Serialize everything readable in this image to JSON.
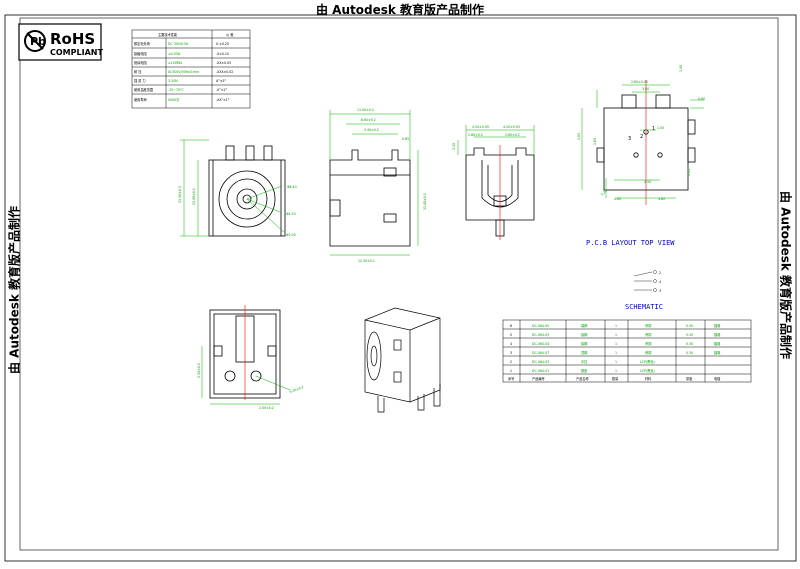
{
  "watermark": "由 Autodesk 教育版产品制作",
  "rohs": {
    "title": "RoHS",
    "subtitle": "COMPLIANT"
  },
  "spec_table": {
    "headers": [
      "主要技术性能",
      "",
      "公  差"
    ],
    "rows": [
      {
        "label": "额定电负荷",
        "value": "DC 30V/0.5A",
        "tol": "X.±0.20"
      },
      {
        "label": "接触电阻",
        "value": "≤0.03Ω",
        "tol": ".X±0.10"
      },
      {
        "label": "绝缘电阻",
        "value": "≥100MΩ",
        "tol": ".XX±0.05"
      },
      {
        "label": "耐    压",
        "value": "AC500V/50Hz/1min",
        "tol": ".XXX±0.02"
      },
      {
        "label": "插 拔 力",
        "value": "3-20N",
        "tol": "A°±5°"
      },
      {
        "label": "使用温度范围",
        "value": "-25~70°C",
        "tol": ".X°±2°"
      },
      {
        "label": "使用寿命",
        "value": "5000次",
        "tol": ".XX°±1°"
      }
    ]
  },
  "front_view": {
    "dims": {
      "height": "13.50±0.3",
      "inner": "13.00±0.1",
      "d1": "Φ6.40",
      "d2": "Φ4.20",
      "d3": "Φ2.00"
    }
  },
  "side_view": {
    "dims": {
      "top": "11.00±0.2",
      "mid": "8.60±0.2",
      "top2": "3.40±0.2",
      "small": "0.65",
      "bottom": "12.30±0.1",
      "height": "11.00±0.1"
    }
  },
  "rear_view": {
    "dims": {
      "a": "4.50±0.05",
      "b": "4.50±0.05",
      "c": "2.80±0.2",
      "d": "2.80±0.2",
      "h": "3.20"
    }
  },
  "pcb_layout": {
    "title": "P.C.B LAYOUT TOP VIEW",
    "dims": {
      "top": "2.80±0.05",
      "top2": "3.80",
      "r1": "1.00",
      "r2": "0.80",
      "w": "1.85",
      "p1": "1.00",
      "h": "1.65",
      "left": "4.80",
      "mid": "4.50",
      "b1": "4.80",
      "b2": "2.45",
      "b3": "3.20"
    },
    "pins": [
      "1",
      "2",
      "3"
    ]
  },
  "schematic": {
    "title": "SCHEMATIC",
    "labels": [
      "2",
      "4",
      "3"
    ]
  },
  "bottom_view": {
    "dims": {
      "h": "2.50±0.2",
      "w": "2.50±0.2",
      "l": "6.55±0.2"
    }
  },
  "parts_table": {
    "headers": [
      "序号",
      "产品编号",
      "产品名称",
      "数量",
      "材料",
      "厚度",
      "电镀"
    ],
    "rows": [
      [
        "6",
        "DC-064-05",
        "端脚",
        "1",
        "黄铜",
        "0.30",
        "镀锡"
      ],
      [
        "5",
        "DC-064-05",
        "接脚",
        "1",
        "黄铜",
        "0.30",
        "镀锡"
      ],
      [
        "4",
        "DC-064-04",
        "接脚",
        "1",
        "黄铜",
        "0.30",
        "镀锡"
      ],
      [
        "3",
        "DC-064-07",
        "顶脚",
        "1",
        "黄铜",
        "0.30",
        "镀锡"
      ],
      [
        "2",
        "DC-064-03",
        "中柱",
        "1",
        "LCP(黑色)",
        "",
        ""
      ],
      [
        "1",
        "DC-064-01",
        "基座",
        "1",
        "LCP(黑色)",
        "",
        ""
      ]
    ]
  },
  "colors": {
    "line": "#00b000",
    "outline": "#000000",
    "center": "#ff0000",
    "accent": "#0000ff"
  }
}
